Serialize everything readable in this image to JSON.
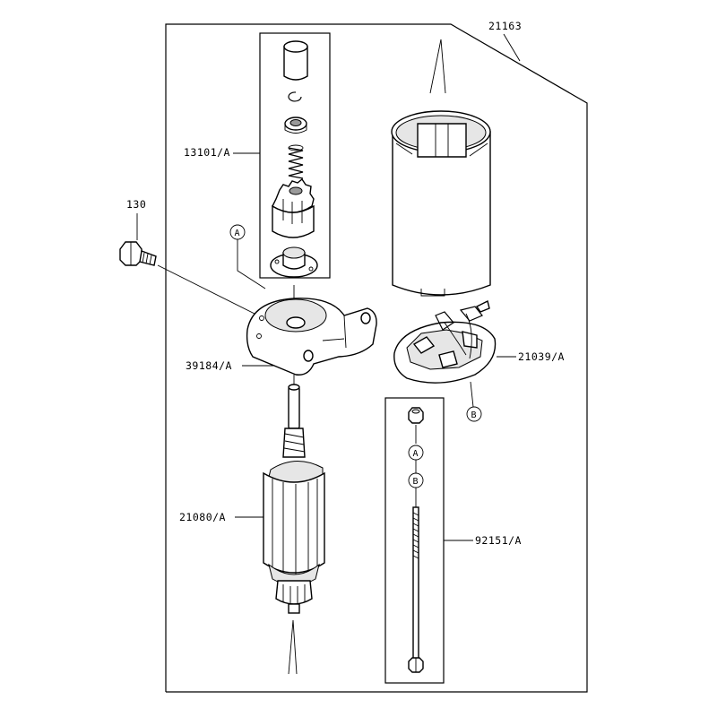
{
  "labels": {
    "assembly": "21163",
    "pinion_set": "13101/A",
    "bolt": "130",
    "bracket": "39184/A",
    "brush_holder": "21039/A",
    "armature": "21080/A",
    "through_bolt": "92151/A"
  },
  "callouts": {
    "a": "A",
    "b": "B"
  }
}
